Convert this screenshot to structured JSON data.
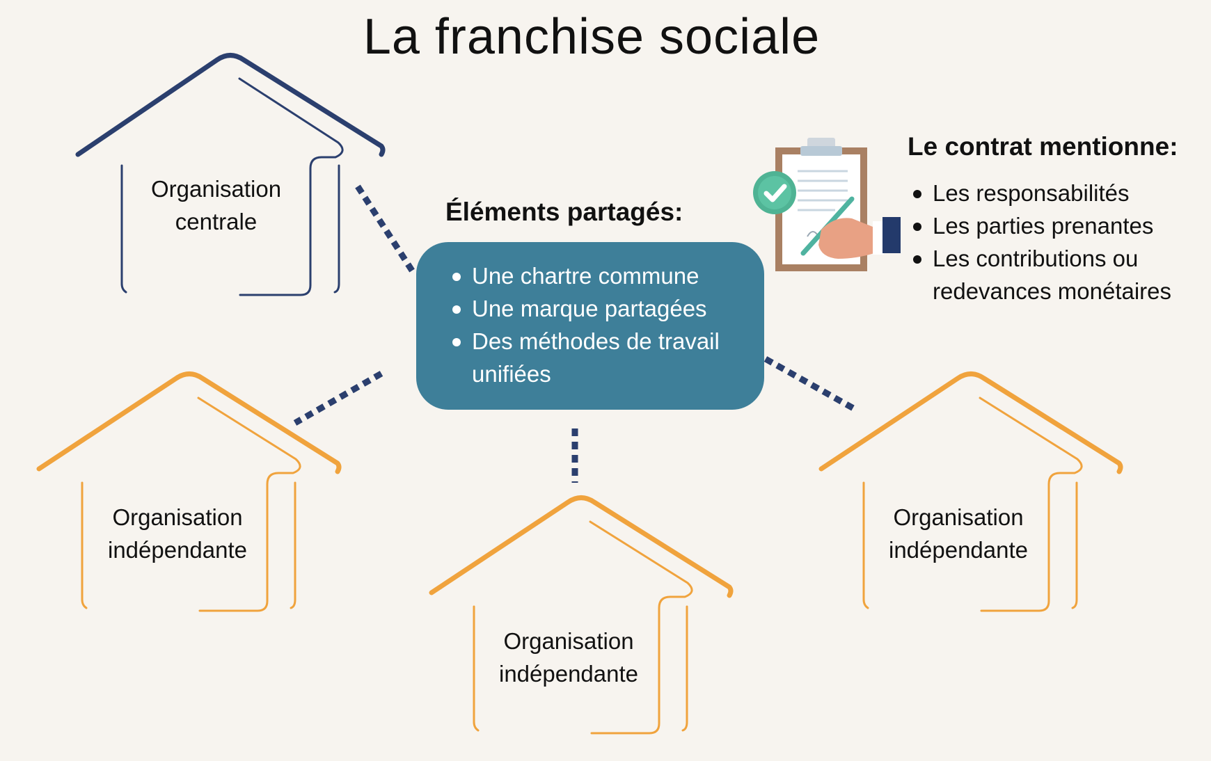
{
  "title": "La franchise sociale",
  "colors": {
    "background": "#f7f4ef",
    "central_house": "#2b3f6e",
    "independent_house": "#f0a33d",
    "connector": "#2b3f6e",
    "center_box": "#3e7f99"
  },
  "central": {
    "label": "Organisation centrale"
  },
  "independents": [
    {
      "label": "Organisation indépendante"
    },
    {
      "label": "Organisation indépendante"
    },
    {
      "label": "Organisation indépendante"
    }
  ],
  "shared": {
    "heading": "Éléments partagés:",
    "items": [
      "Une chartre commune",
      "Une marque partagées",
      "Des méthodes de travail unifiées"
    ]
  },
  "contract": {
    "heading": "Le contrat mentionne:",
    "icon": "signed-contract-clipboard-icon",
    "items": [
      "Les responsabilités",
      "Les parties prenantes",
      "Les contributions ou redevances monétaires"
    ]
  }
}
